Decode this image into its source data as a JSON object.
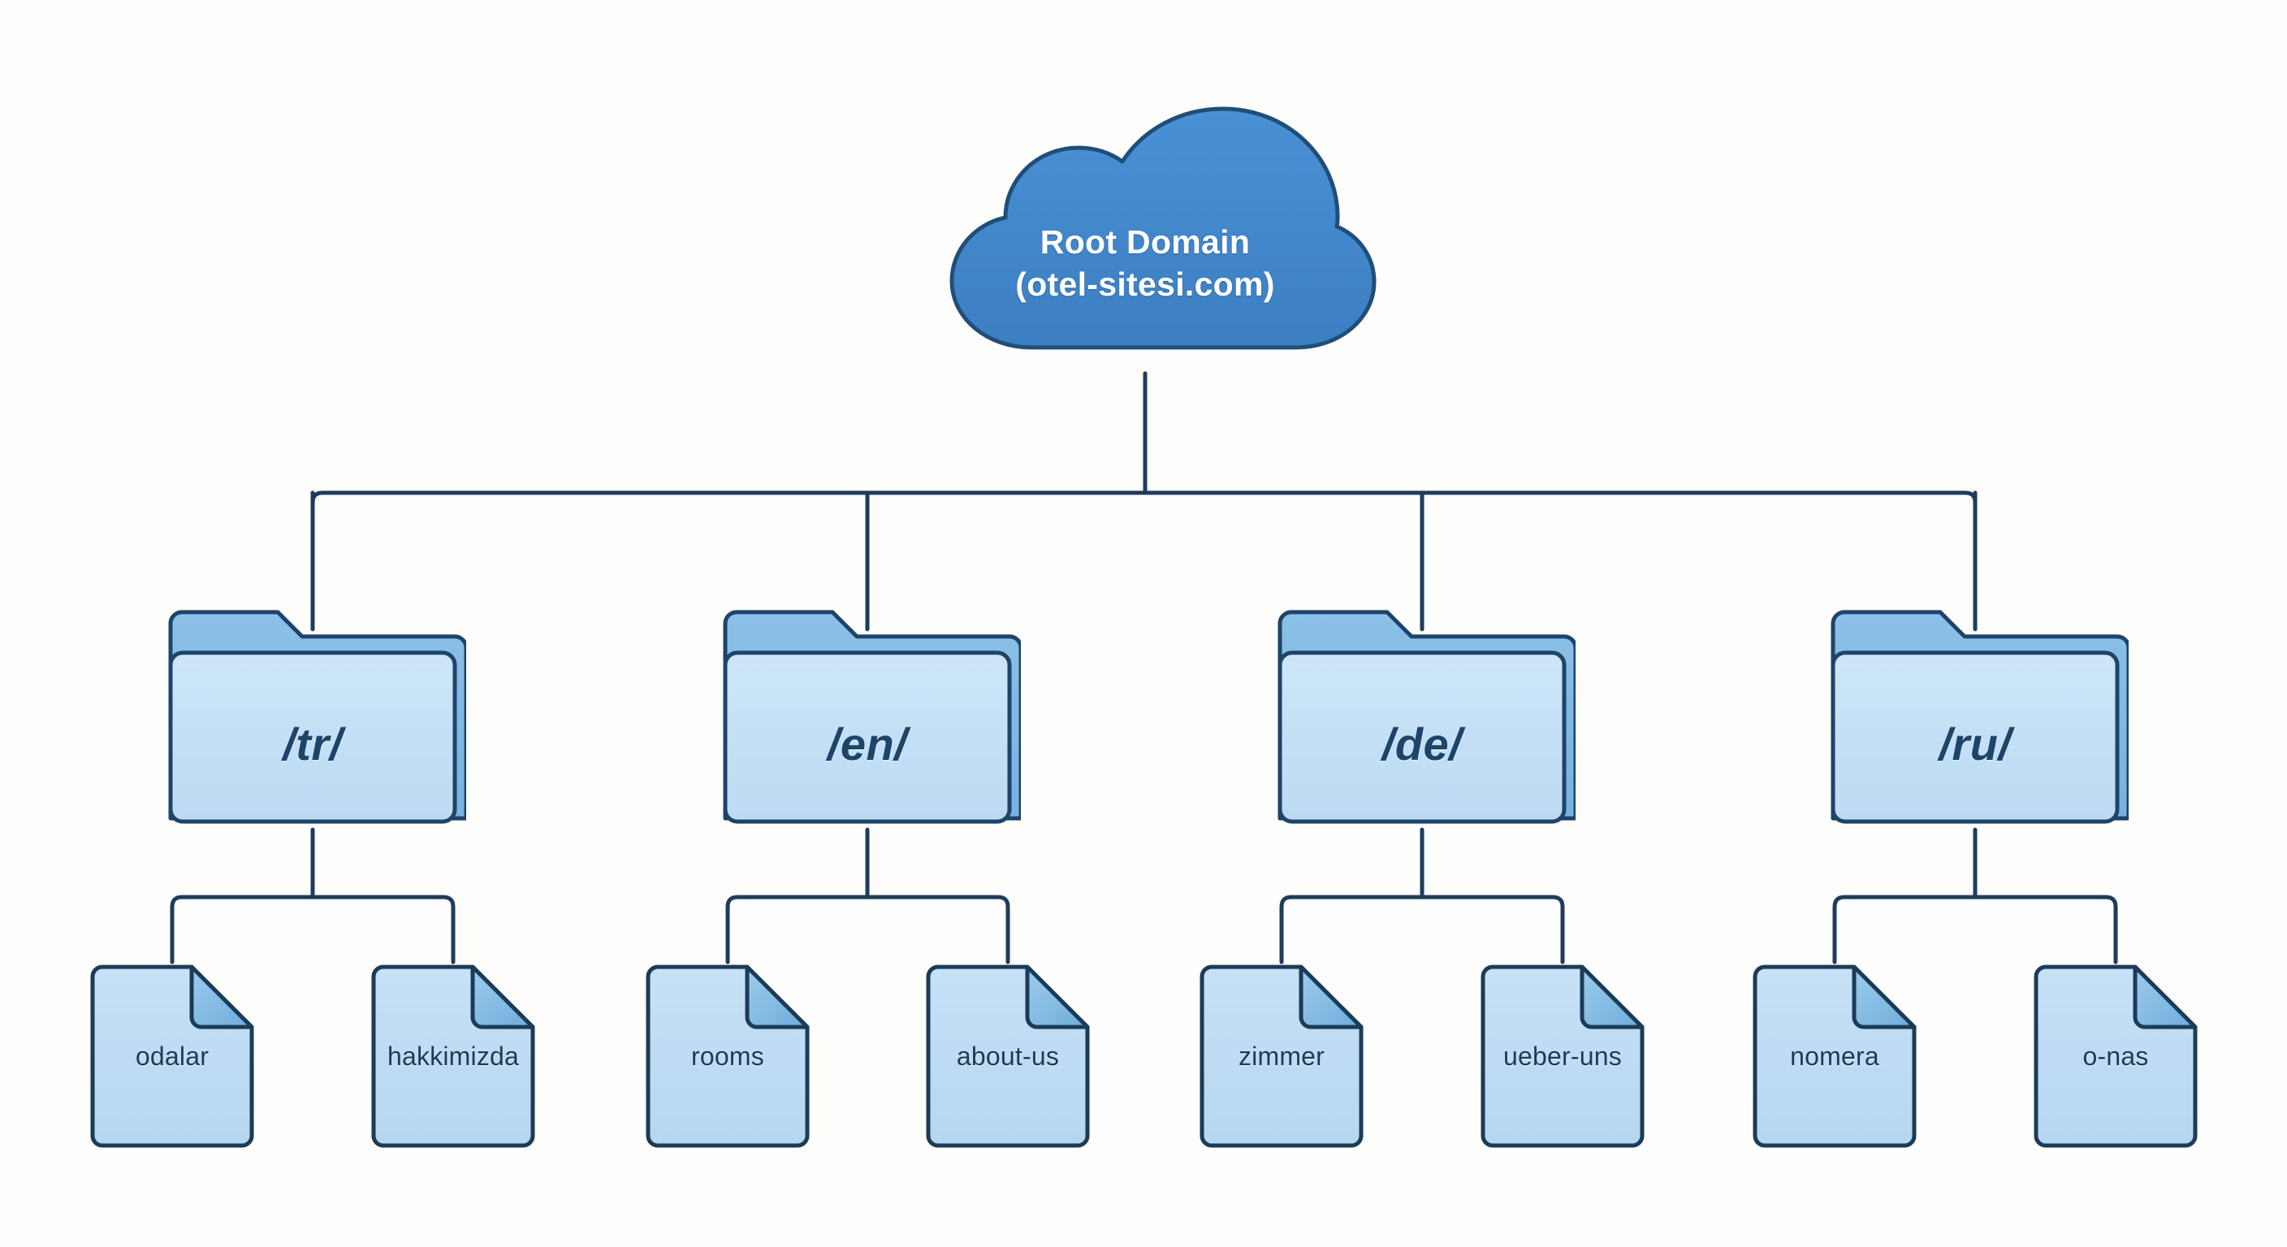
{
  "diagram": {
    "type": "site-hierarchy-tree",
    "background_color": "#fdfdfb",
    "line_color": "#1f3b5c",
    "root": {
      "shape": "cloud",
      "title": "Root Domain",
      "subtitle": "(otel-sitesi.com)",
      "fill_color": "#4186cb",
      "stroke_color": "#1f4e79",
      "text_color": "#ffffff"
    },
    "folders": [
      {
        "label": "/tr/",
        "tab_color": "#7fb8e3",
        "body_color": "#c3dff5",
        "stroke_color": "#1d4469",
        "text_color": "#1d4469",
        "pages": [
          {
            "label": "odalar"
          },
          {
            "label": "hakkimizda"
          }
        ]
      },
      {
        "label": "/en/",
        "tab_color": "#7fb8e3",
        "body_color": "#c3dff5",
        "stroke_color": "#1d4469",
        "text_color": "#1d4469",
        "pages": [
          {
            "label": "rooms"
          },
          {
            "label": "about-us"
          }
        ]
      },
      {
        "label": "/de/",
        "tab_color": "#7fb8e3",
        "body_color": "#c3dff5",
        "stroke_color": "#1d4469",
        "text_color": "#1d4469",
        "pages": [
          {
            "label": "zimmer"
          },
          {
            "label": "ueber-uns"
          }
        ]
      },
      {
        "label": "/ru/",
        "tab_color": "#7fb8e3",
        "body_color": "#c3dff5",
        "stroke_color": "#1d4469",
        "text_color": "#1d4469",
        "pages": [
          {
            "label": "nomera"
          },
          {
            "label": "o-nas"
          }
        ]
      }
    ],
    "page_style": {
      "body_color": "#bedcf4",
      "fold_color": "#7fb8e3",
      "stroke_color": "#1b3b57",
      "text_color": "#1b3b57"
    }
  }
}
